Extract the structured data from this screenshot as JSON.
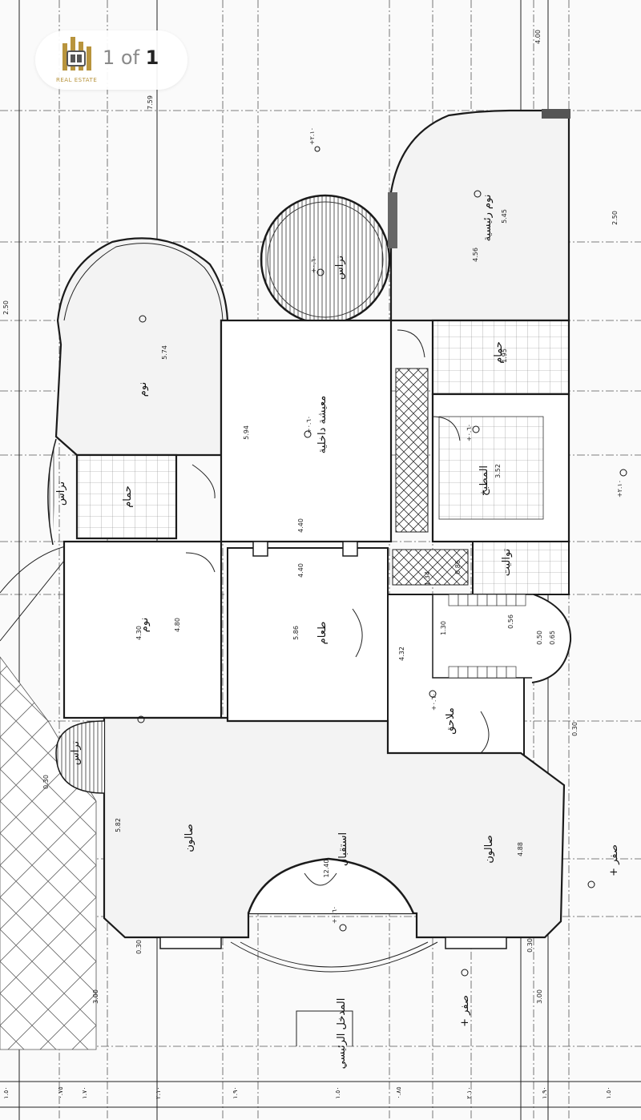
{
  "badge": {
    "brand": "REAL ESTATE",
    "counter_prefix": "1 of",
    "counter_total": "1"
  },
  "rooms": {
    "master_bedroom": "نوم رئيسية",
    "terrace": "تراس",
    "bedroom_top": "نوم",
    "bathroom_master": "حمام",
    "living": "معيشة داخلية",
    "bathroom_left": "حمام",
    "kitchen": "المطبخ",
    "balcony_left": "تراس",
    "bedroom_left": "نوم",
    "dining": "طعام",
    "wc": "تواليت",
    "service": "ملاحق",
    "balcony_bottom": "تراس",
    "salon_left": "صالون",
    "reception": "استقبال",
    "salon_right": "صالون",
    "entrance": "المدخل الرئيسي",
    "zero_level_1": "+ صفر",
    "zero_level_2": "+ صفر"
  },
  "levels": [
    "+٠.٦٠",
    "+٠.٦٠",
    "+٠.٦٠",
    "+٠.٦٠",
    "+٠.٦٠",
    "+٢.١٠",
    "+٢.١٠"
  ],
  "dimensions": {
    "d759": "7.59",
    "d400": "4.00",
    "d545": "5.45",
    "d456": "4.56",
    "d250a": "2.50",
    "d250b": "2.50",
    "d574": "5.74",
    "d594": "5.94",
    "d440a": "4.40",
    "d440b": "4.40",
    "d195": "1.95",
    "d352": "3.52",
    "d480": "4.80",
    "d430": "4.30",
    "d586": "5.86",
    "d432": "4.32",
    "d030a": "0.30",
    "d582": "5.82",
    "d1240": "12.40",
    "d488": "4.88",
    "d300a": "3.00",
    "d300b": "3.00",
    "d065": "0.65",
    "d050": "0.50",
    "d056": "0.56",
    "d130": "1.30",
    "d086": "0.86",
    "d134": "1.34",
    "d030b": "0.30",
    "d030c": "0.30",
    "d030d": "0.30"
  },
  "bottom_dims": [
    "١.٥٠",
    "٠.٧٥",
    "١.٧٠",
    "٢.١٠",
    "١.٩٠",
    "١.٥٠",
    "٠.٨٥",
    "٢.١٠",
    "١.٩٠",
    "١.٥٠"
  ],
  "colors": {
    "logo_gold": "#b8943d",
    "line": "#1b1b1b"
  }
}
